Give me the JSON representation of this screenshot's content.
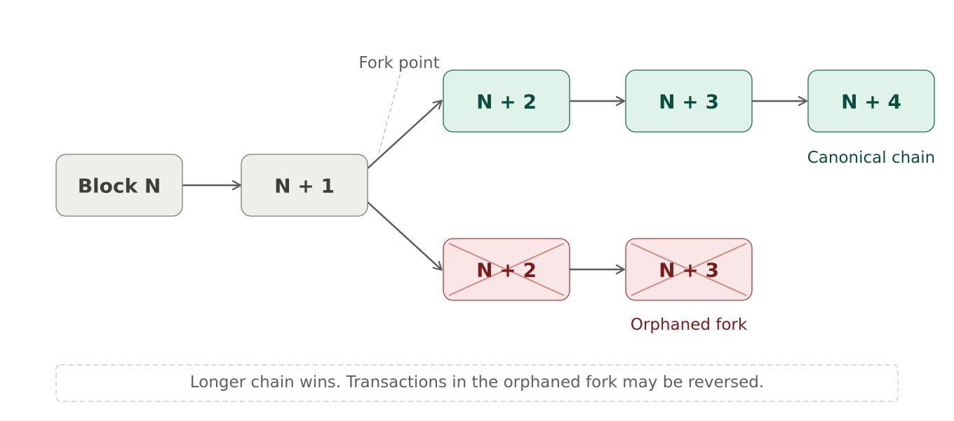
{
  "diagram": {
    "blocks": {
      "base": "Block N",
      "n1": "N + 1",
      "canonical_n2": "N + 2",
      "canonical_n3": "N + 3",
      "canonical_n4": "N + 4",
      "orphan_n2": "N + 2",
      "orphan_n3": "N + 3"
    },
    "labels": {
      "fork_point": "Fork point",
      "canonical_chain": "Canonical chain",
      "orphaned_fork": "Orphaned fork"
    },
    "note": "Longer chain wins. Transactions in the orphaned fork may be reversed."
  },
  "colors": {
    "neutral_fill": "#f0eee8",
    "neutral_stroke": "#7a7a74",
    "neutral_text": "#3d3d3a",
    "canonical_fill": "#e0f3ea",
    "canonical_stroke": "#1e6b52",
    "canonical_text": "#0b4d3e",
    "orphan_fill": "#f9e6e6",
    "orphan_stroke": "#a83a3a",
    "orphan_text": "#7a1c1c",
    "orphan_cross": "#d08a8a",
    "arrow": "#5c5c5c",
    "muted_text": "#5f5f5f"
  }
}
